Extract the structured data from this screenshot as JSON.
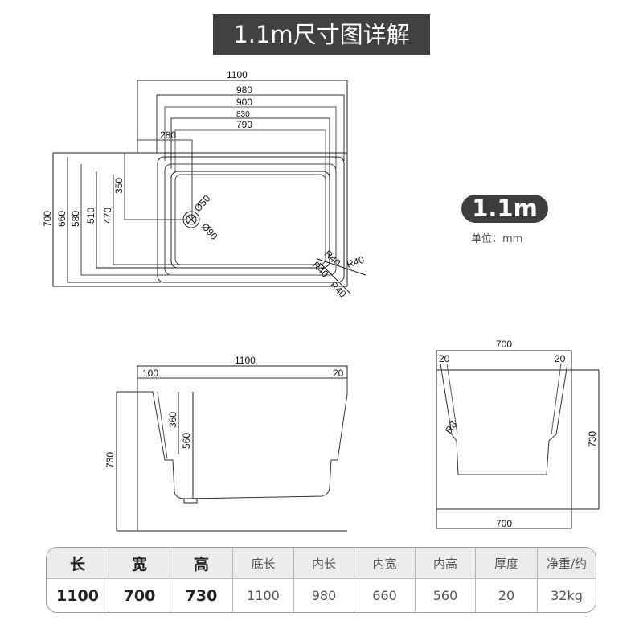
{
  "title": "1.1m尺寸图详解",
  "badge": "1.1m",
  "unit_label": "单位：mm",
  "top_view": {
    "widths": [
      "1100",
      "980",
      "900",
      "830",
      "790"
    ],
    "drain_offset": "280",
    "heights": [
      "700",
      "660",
      "580",
      "510",
      "470"
    ],
    "drain_depth": "350",
    "drain_inner": "Ø50",
    "drain_outer": "Ø90",
    "radii": [
      "R40",
      "R40",
      "R40",
      "R40"
    ]
  },
  "side_view": {
    "length": "1100",
    "rim_left": "100",
    "rim_right": "20",
    "step_depth": "360",
    "inner_depth": "560",
    "height": "730"
  },
  "front_view": {
    "width_top": "700",
    "rim_left": "20",
    "rim_right": "20",
    "radius": "R8",
    "height": "730",
    "width_bottom": "700"
  },
  "spec_table": {
    "headers": [
      "长",
      "宽",
      "高",
      "底长",
      "内长",
      "内宽",
      "内高",
      "厚度",
      "净重/约"
    ],
    "values": [
      "1100",
      "700",
      "730",
      "1100",
      "980",
      "660",
      "560",
      "20",
      "32kg"
    ]
  }
}
